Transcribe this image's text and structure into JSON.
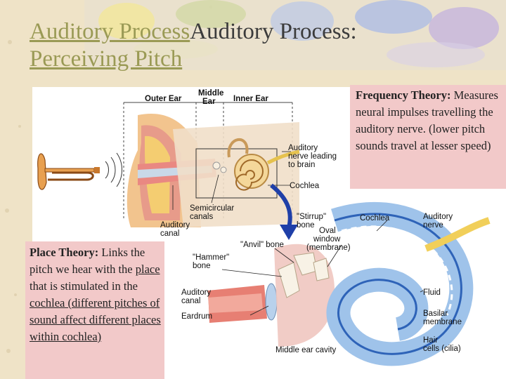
{
  "title": {
    "link_text": "Auditory Process",
    "main_line1": "Auditory Process:",
    "main_line2": "Perceiving Pitch"
  },
  "frequency_theory": {
    "heading": "Frequency Theory:",
    "body": "Measures neural impulses travelling the auditory nerve. (lower pitch sounds travel at lesser speed)"
  },
  "place_theory": {
    "heading": "Place Theory:",
    "body_before": "Links the pitch we hear with the",
    "place_word": "place",
    "body_middle": "that is stimulated in the",
    "underlined": "cochlea (different pitches of sound affect different places within cochlea)"
  },
  "figure_labels": {
    "outer_ear": "Outer Ear",
    "middle_ear_1": "Middle",
    "middle_ear_2": "Ear",
    "inner_ear": "Inner Ear",
    "auditory_nerve_1": "Auditory",
    "auditory_nerve_2": "nerve leading",
    "auditory_nerve_3": "to brain",
    "cochlea_top": "Cochlea",
    "semicircular_1": "Semicircular",
    "semicircular_2": "canals",
    "auditory_canal_top_1": "Auditory",
    "auditory_canal_top_2": "canal",
    "stirrup_1": "\"Stirrup\"",
    "stirrup_2": "bone",
    "anvil": "\"Anvil\" bone",
    "oval_window_1": "Oval",
    "oval_window_2": "window",
    "oval_window_3": "(membrane)",
    "hammer_1": "\"Hammer\"",
    "hammer_2": "bone",
    "cochlea_detail": "Cochlea",
    "auditory_nerve_detail_1": "Auditory",
    "auditory_nerve_detail_2": "nerve",
    "auditory_canal_detail_1": "Auditory",
    "auditory_canal_detail_2": "canal",
    "eardrum": "Eardrum",
    "fluid": "Fluid",
    "basilar_1": "Basilar",
    "basilar_2": "membrane",
    "hair_cells_1": "Hair",
    "hair_cells_2": "cells (cilia)",
    "middle_ear_cavity": "Middle ear cavity"
  },
  "colors": {
    "background": "#efe3c7",
    "note_background": "#f2c9c9",
    "title_text": "#3b3b3b",
    "title_link": "#9a9a55",
    "arrow_blue": "#1f3fa8"
  },
  "icons": [
    "trumpet-icon",
    "cochlea-spiral-icon",
    "curved-arrow-icon"
  ]
}
